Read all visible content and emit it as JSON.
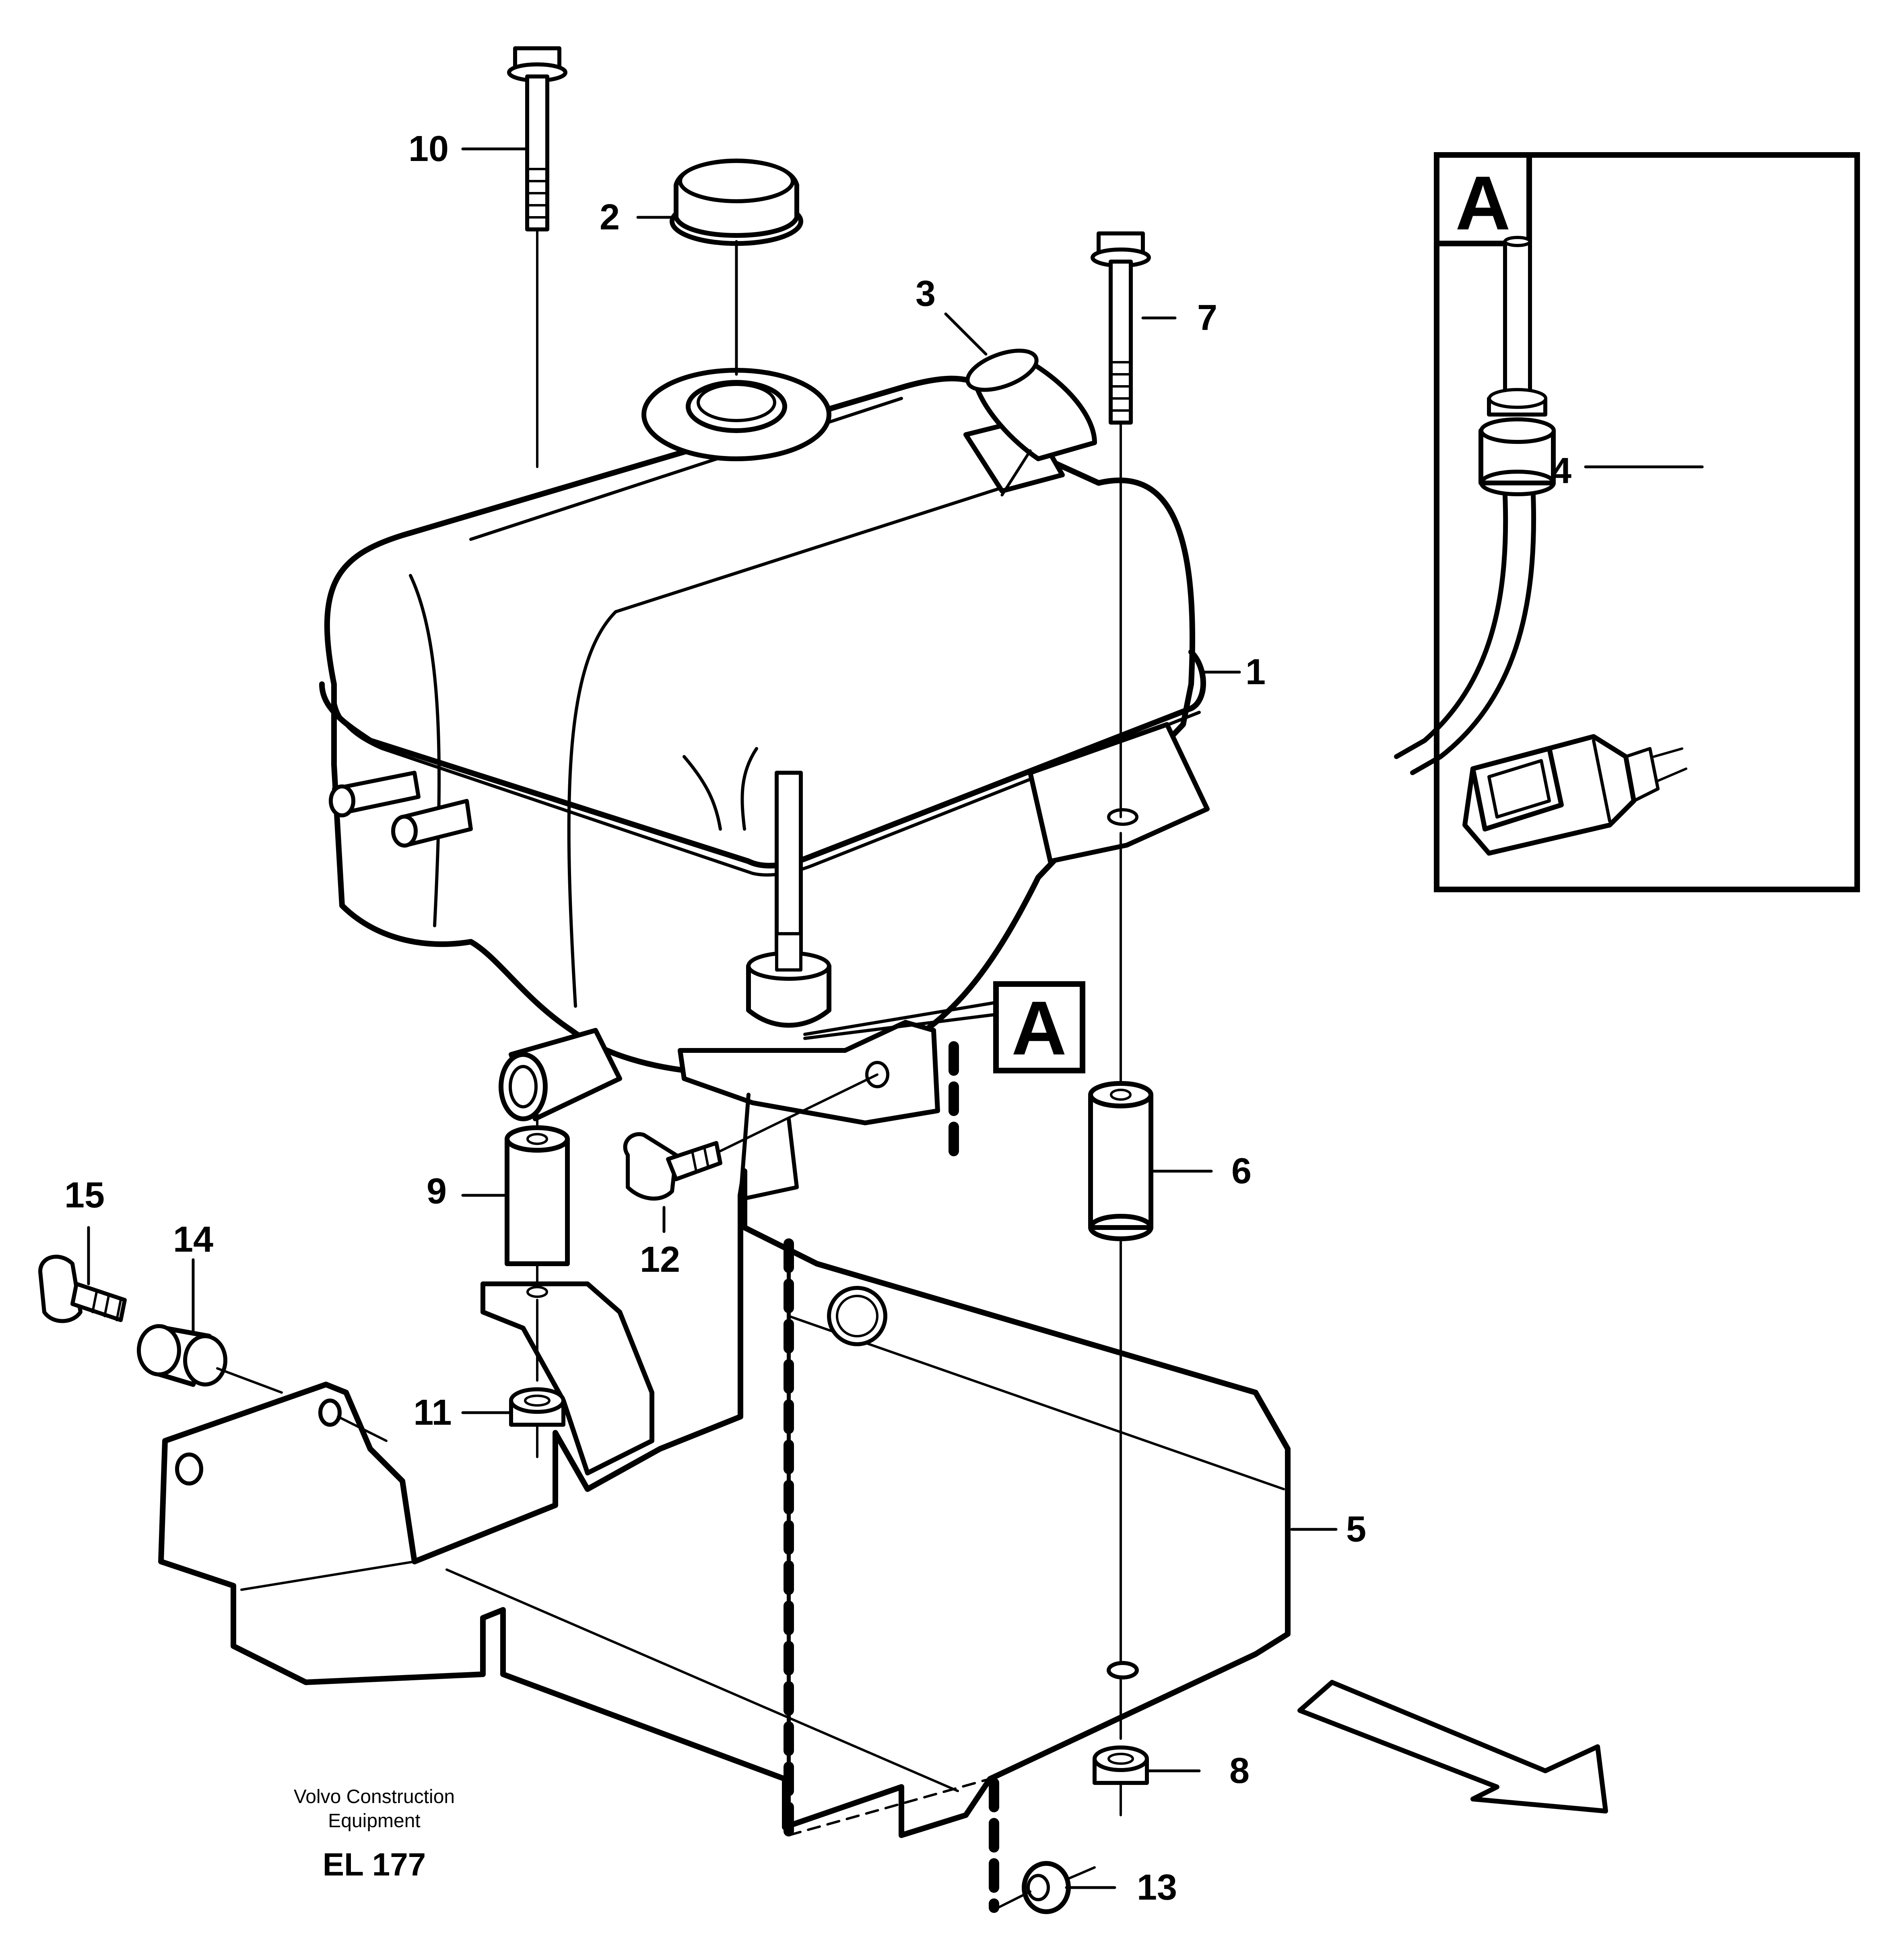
{
  "callouts": {
    "c1": "1",
    "c2": "2",
    "c3": "3",
    "c4": "4",
    "c5": "5",
    "c6": "6",
    "c7": "7",
    "c8": "8",
    "c9": "9",
    "c10": "10",
    "c11": "11",
    "c12": "12",
    "c13": "13",
    "c14": "14",
    "c15": "15"
  },
  "detail_view": {
    "label": "A",
    "pointer_label": "A"
  },
  "footer": {
    "credit_line1": "Volvo Construction",
    "credit_line2": "Equipment",
    "drawing_number": "EL 177"
  }
}
